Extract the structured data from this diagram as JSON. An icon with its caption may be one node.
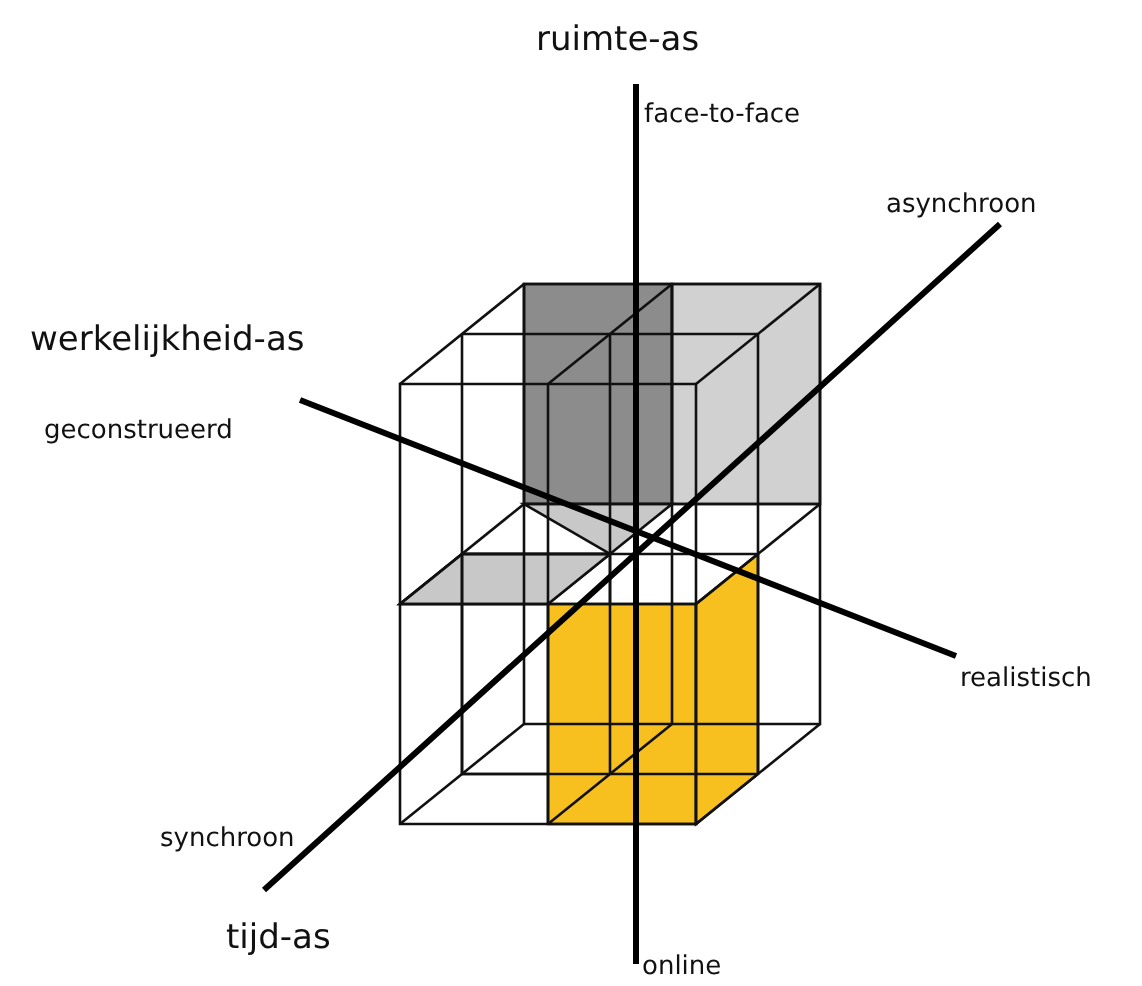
{
  "diagram": {
    "labels": [
      "ruimte-as",
      "face-to-face",
      "asynchroon",
      "werkelijkheid-as",
      "geconstrueerd",
      "realistisch",
      "synchroon",
      "tijd-as",
      "online"
    ]
  }
}
